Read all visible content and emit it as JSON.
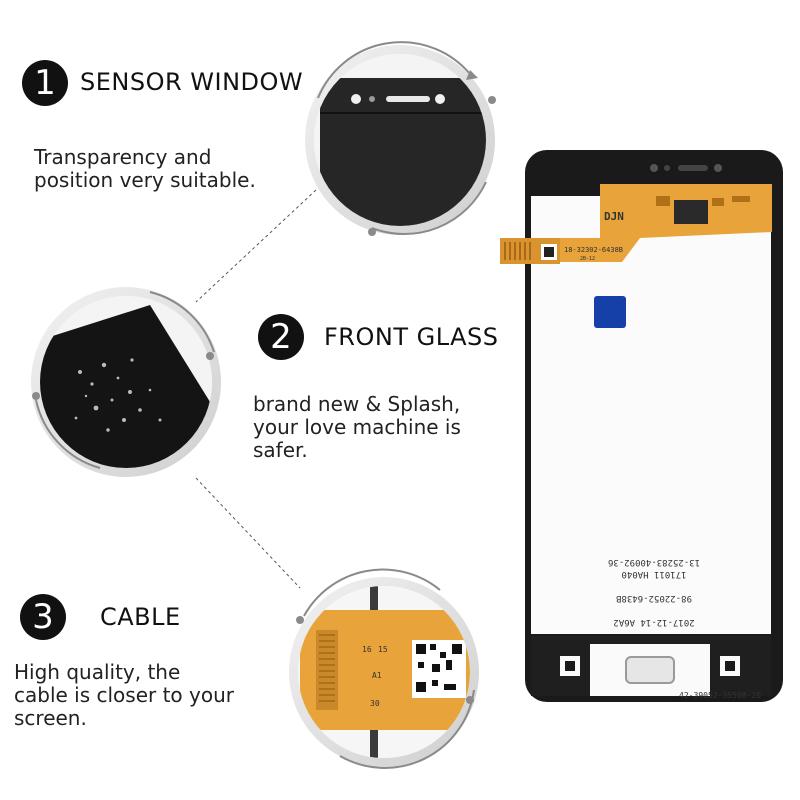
{
  "features": [
    {
      "number": "1",
      "title": "SENSOR WINDOW",
      "lines": [
        "Transparency and",
        "position very suitable."
      ]
    },
    {
      "number": "2",
      "title": "FRONT GLASS",
      "lines": [
        "brand  new & Splash,",
        "your love machine is",
        "safer."
      ]
    },
    {
      "number": "3",
      "title": "CABLE",
      "lines": [
        "High quality, the",
        "cable is closer to your",
        "screen."
      ]
    }
  ],
  "panel_print": {
    "flex_maker": "DJN",
    "flex_code": "18-32302-6438B",
    "flex_sub": "2B-12",
    "date": "2017-12-14  A6A2",
    "part1": "98-22052-6438B",
    "lot": "171011  HA040",
    "part2": "13-25283-40092-36",
    "bottom": "42-39052-3550B-20"
  },
  "cable_print": {
    "pin_a": "16",
    "pin_b": "15",
    "pin_c": "A1",
    "pin_d": "30"
  },
  "colors": {
    "frame": "#1a1a1a",
    "flex": "#e8a43a",
    "blue_label": "#1440a8"
  }
}
